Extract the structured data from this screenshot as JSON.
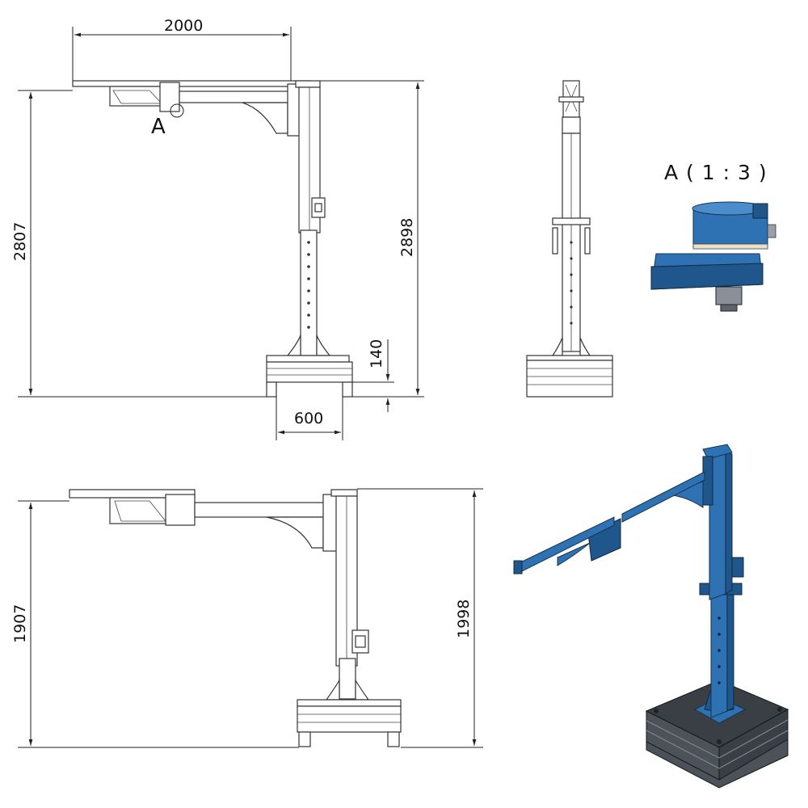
{
  "dimensions": {
    "arm_length": "2000",
    "total_height_top": "2807",
    "overall_height_top": "2898",
    "base_clearance": "140",
    "base_width": "600",
    "total_height_bottom": "1907",
    "overall_height_bottom": "1998"
  },
  "labels": {
    "detail_marker": "A",
    "detail_title": "A ( 1 : 3 )"
  },
  "colors": {
    "line": "#222222",
    "part_blue": "#2f72b4",
    "base_grey": "#3a3f45",
    "background": "#ffffff"
  }
}
